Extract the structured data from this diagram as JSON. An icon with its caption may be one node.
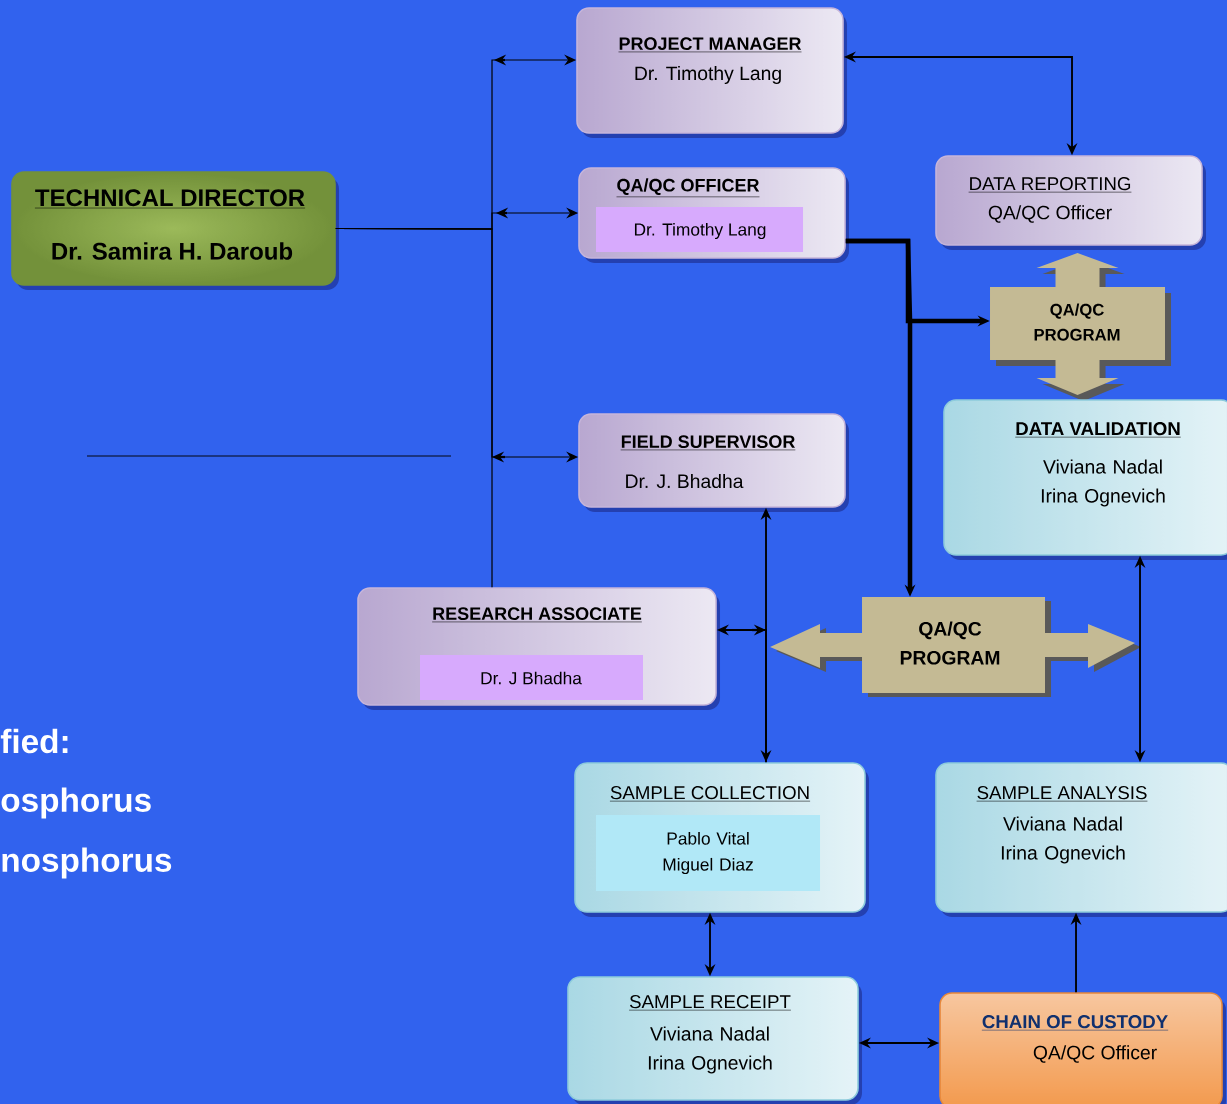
{
  "diagram": {
    "nodes": [
      {
        "text": [
          "TECHNICAL DIRECTOR",
          "Dr. Samira H. Daroub"
        ]
      },
      {
        "text": [
          "PROJECT MANAGER",
          "Dr. Timothy Lang"
        ]
      },
      {
        "text": [
          "QA/QC OFFICER"
        ]
      },
      {
        "text": [
          "Dr. Timothy Lang"
        ],
        "in": 2
      },
      {
        "text": [
          "DATA REPORTING",
          "QA/QC Officer"
        ]
      },
      {
        "text": [
          "QA/QC PROGRAM"
        ]
      },
      {
        "text": [
          "FIELD SUPERVISOR",
          "Dr. J. Bhadha"
        ]
      },
      {
        "text": [
          "DATA VALIDATION",
          "Viviana Nadal Irina Ognevich"
        ]
      },
      {
        "text": [
          "RESEARCH ASSOCIATE"
        ]
      },
      {
        "text": [
          "Dr. J Bhadha"
        ],
        "in": 8
      },
      {
        "text": [
          "QA/QC PROGRAM"
        ]
      },
      {
        "text": [
          "SAMPLE COLLECTION"
        ]
      },
      {
        "text": [
          "Pablo Vital Miguel Diaz"
        ],
        "in": 11
      },
      {
        "text": [
          "SAMPLE ANALYSIS",
          "Viviana Nadal Irina Ognevich"
        ]
      },
      {
        "text": [
          "SAMPLE RECEIPT",
          "Viviana Nadal Irina Ognevich"
        ]
      },
      {
        "text": [
          "CHAIN OF CUSTODY",
          "QA/QC Officer"
        ]
      }
    ],
    "edges": [
      {
        "from": 0,
        "to": 1,
        "arrow": "to"
      },
      {
        "from": 0,
        "to": 2,
        "arrow": "to"
      },
      {
        "from": 0,
        "to": 6,
        "arrow": "to"
      },
      {
        "from": 0,
        "to": 8,
        "arrow": "none"
      },
      {
        "from": 1,
        "to": 4,
        "arrow": "both"
      },
      {
        "from": 2,
        "to": 5,
        "arrow": "to",
        "style": "thick"
      },
      {
        "from": 2,
        "to": 10,
        "arrow": "to",
        "style": "thick"
      },
      {
        "from": 6,
        "to": 11,
        "arrow": "both"
      },
      {
        "from": 11,
        "to": 8,
        "arrow": "to"
      },
      {
        "from": 7,
        "to": 13,
        "arrow": "both"
      },
      {
        "from": 11,
        "to": 14,
        "arrow": "both"
      },
      {
        "from": 14,
        "to": 15,
        "arrow": "both"
      },
      {
        "from": 15,
        "to": 13,
        "arrow": "to"
      }
    ],
    "labels": [
      "fied:",
      "osphorus",
      "nosphorus"
    ]
  }
}
